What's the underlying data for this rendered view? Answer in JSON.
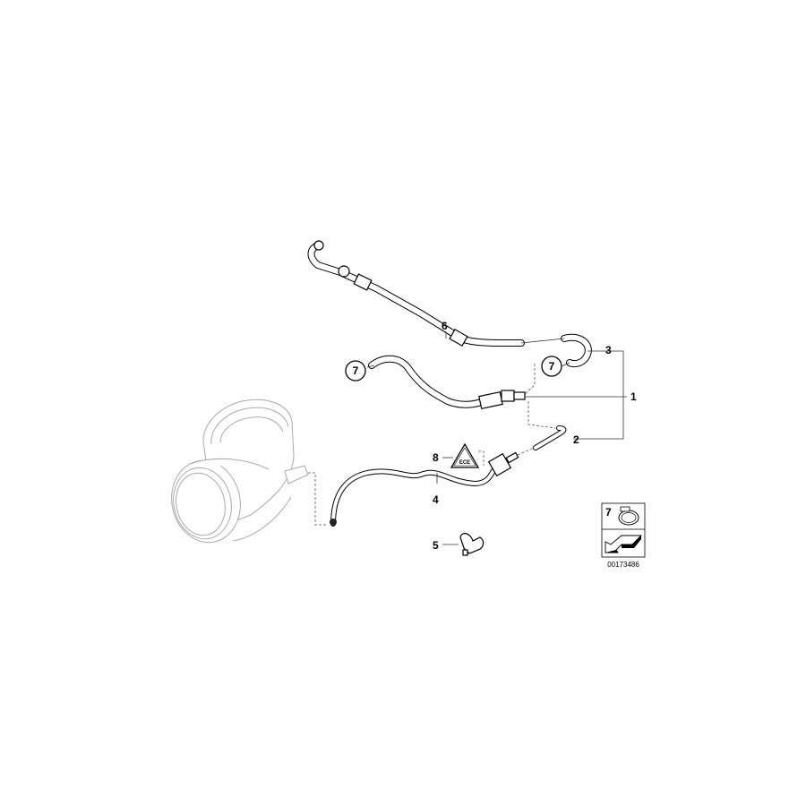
{
  "diagram": {
    "reference_number": "00173486",
    "callouts": [
      {
        "id": "1",
        "label": "1"
      },
      {
        "id": "2",
        "label": "2"
      },
      {
        "id": "3",
        "label": "3"
      },
      {
        "id": "4",
        "label": "4"
      },
      {
        "id": "5",
        "label": "5"
      },
      {
        "id": "6",
        "label": "6"
      },
      {
        "id": "7a",
        "label": "7"
      },
      {
        "id": "7b",
        "label": "7"
      },
      {
        "id": "8",
        "label": "8"
      }
    ],
    "legend_box": {
      "item_number": "7",
      "icon_top": "hose-clamp-icon",
      "icon_bottom": "arrow-icon"
    },
    "warning_label_text": "ECE"
  }
}
